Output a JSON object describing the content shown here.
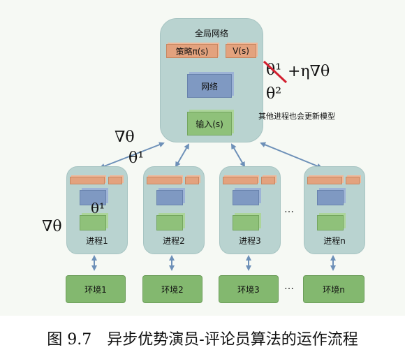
{
  "global": {
    "title": "全局网络",
    "policy": "策略π(s)",
    "value": "V(s)",
    "network": "网络",
    "input": "输入(s)"
  },
  "update": {
    "theta_old": "θ¹",
    "update_term": "+η∇θ",
    "theta_new": "θ²",
    "note": "其他进程也会更新模型"
  },
  "sync": {
    "gradient": "∇θ",
    "params": "θ¹"
  },
  "worker": {
    "params": "θ¹",
    "gradient": "∇θ"
  },
  "processes": [
    {
      "label": "进程1"
    },
    {
      "label": "进程2"
    },
    {
      "label": "进程3"
    },
    {
      "label": "进程n"
    }
  ],
  "environments": [
    {
      "label": "环境1"
    },
    {
      "label": "环境2"
    },
    {
      "label": "环境3"
    },
    {
      "label": "环境n"
    }
  ],
  "ellipsis": "…",
  "caption": "图 9.7　异步优势演员-评论员算法的运作流程",
  "colors": {
    "panel": "#b9d3d0",
    "policy_box": "#e3a27e",
    "network_box": "#7f99c2",
    "input_box": "#8fc17a",
    "environment_box": "#83b86f",
    "arrow": "#6d90b8",
    "strike": "#d21f2f"
  }
}
